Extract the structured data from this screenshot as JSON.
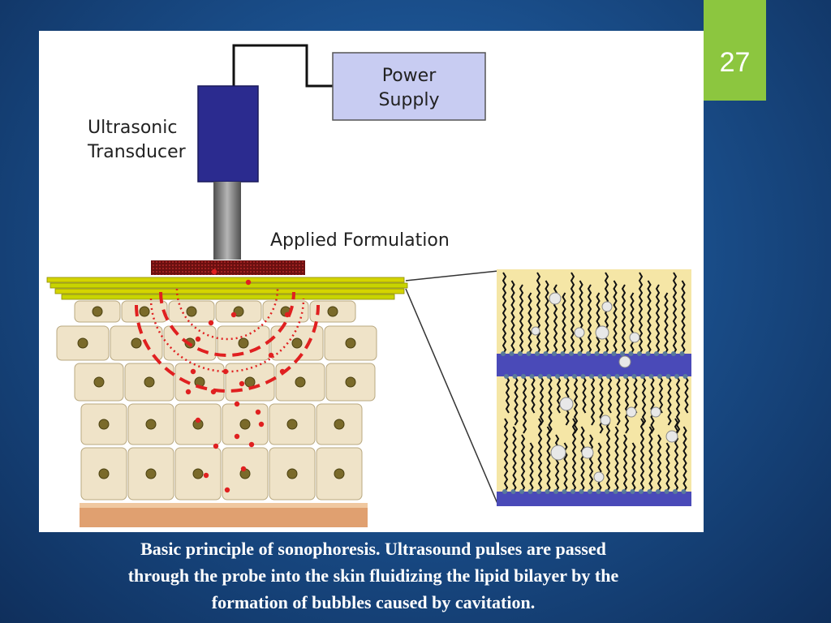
{
  "slide": {
    "number": "27"
  },
  "diagram": {
    "labels": {
      "power_supply": [
        "Power",
        "Supply"
      ],
      "ultrasonic_transducer": [
        "Ultrasonic",
        "Transducer"
      ],
      "applied_formulation": "Applied Formulation"
    },
    "colors": {
      "transducer": "#2b2b8f",
      "power_supply": "#c8ccf2",
      "probe": "#7d7d7d",
      "formulation": "#d4d400",
      "cells": "#efe3c8",
      "nucleus": "#7a6a2a",
      "drug": "#e02020",
      "lipid_layer": "#f5e6a6",
      "protein_band": "#4a4ab8"
    }
  },
  "caption": {
    "lines": [
      "Basic principle of sonophoresis. Ultrasound pulses are passed",
      "through the probe into the skin fluidizing the lipid bilayer by the",
      "formation of bubbles caused by cavitation."
    ]
  }
}
